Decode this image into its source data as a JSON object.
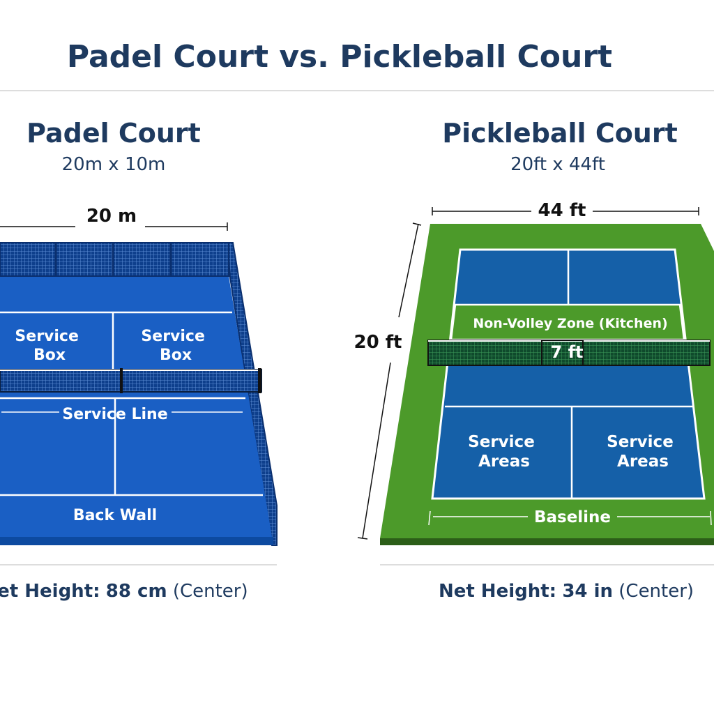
{
  "title": "Padel Court vs. Pickleball Court",
  "colors": {
    "title": "#1e3a5f",
    "padel_court": "#1a5fc4",
    "pickleball_surround": "#4c9a2a",
    "pickleball_court": "#1560a8",
    "lines": "#ffffff"
  },
  "padel": {
    "heading": "Padel Court",
    "dimensions": "20m x 10m",
    "width_label": "20 m",
    "labels": {
      "service_box_left": [
        "Service",
        "Box"
      ],
      "service_box_right": [
        "Service",
        "Box"
      ],
      "service_line": "Service Line",
      "back_wall": "Back Wall"
    },
    "net_height": {
      "label": "Net Height:",
      "value": "88 cm",
      "suffix": "(Center)"
    }
  },
  "pickleball": {
    "heading": "Pickleball Court",
    "dimensions": "20ft x 44ft",
    "width_label": "44 ft",
    "length_label": "20 ft",
    "labels": {
      "kitchen": "Non-Volley Zone (Kitchen)",
      "net_label": "7 ft",
      "service_left": [
        "Service",
        "Areas"
      ],
      "service_right": [
        "Service",
        "Areas"
      ],
      "baseline": "Baseline"
    },
    "net_height": {
      "label": "Net Height:",
      "value": "34 in",
      "suffix": "(Center)"
    }
  }
}
